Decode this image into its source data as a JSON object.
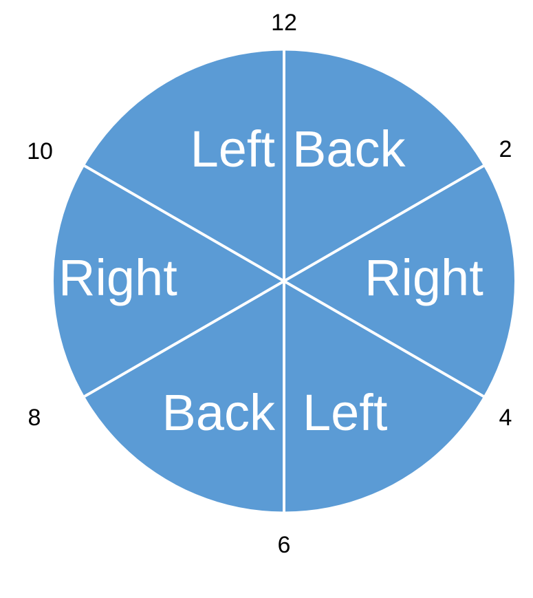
{
  "figure": {
    "type": "pie-wheel-diagram",
    "background_color": "#FFFFFF",
    "sector_fill_color": "#5B9BD5",
    "divider_color": "#FFFFFF",
    "clock_label_color": "#000000",
    "sector_label_color": "#FFFFFF"
  },
  "chart_data": {
    "type": "pie",
    "title": "",
    "subtitle": "",
    "xlabel": "",
    "ylabel": "",
    "grid": false,
    "legend": "none",
    "slice_count": 6,
    "equal_slices": true,
    "slice_degrees": 60,
    "categories": [
      "Back",
      "Right",
      "Left",
      "Back",
      "Right",
      "Left"
    ],
    "values": [
      1,
      1,
      1,
      1,
      1,
      1
    ],
    "colors": [
      "#5B9BD5",
      "#5B9BD5",
      "#5B9BD5",
      "#5B9BD5",
      "#5B9BD5",
      "#5B9BD5"
    ],
    "annotations": [
      "12",
      "2",
      "4",
      "6",
      "8",
      "10"
    ],
    "slices": [
      {
        "label": "Back",
        "clock_from": "12",
        "clock_to": "2",
        "start_deg": 0,
        "end_deg": 60,
        "value": 1
      },
      {
        "label": "Right",
        "clock_from": "2",
        "clock_to": "4",
        "start_deg": 60,
        "end_deg": 120,
        "value": 1
      },
      {
        "label": "Left",
        "clock_from": "4",
        "clock_to": "6",
        "start_deg": 120,
        "end_deg": 180,
        "value": 1
      },
      {
        "label": "Back",
        "clock_from": "6",
        "clock_to": "8",
        "start_deg": 180,
        "end_deg": 240,
        "value": 1
      },
      {
        "label": "Right",
        "clock_from": "8",
        "clock_to": "10",
        "start_deg": 240,
        "end_deg": 300,
        "value": 1
      },
      {
        "label": "Left",
        "clock_from": "10",
        "clock_to": "12",
        "start_deg": 300,
        "end_deg": 360,
        "value": 1
      }
    ]
  },
  "clock_labels": [
    {
      "text": "12",
      "position": "top"
    },
    {
      "text": "2",
      "position": "upper-right"
    },
    {
      "text": "4",
      "position": "lower-right"
    },
    {
      "text": "6",
      "position": "bottom"
    },
    {
      "text": "8",
      "position": "lower-left"
    },
    {
      "text": "10",
      "position": "upper-left"
    }
  ],
  "sector_labels": [
    {
      "text": "Back"
    },
    {
      "text": "Right"
    },
    {
      "text": "Left"
    },
    {
      "text": "Back"
    },
    {
      "text": "Right"
    },
    {
      "text": "Left"
    }
  ]
}
